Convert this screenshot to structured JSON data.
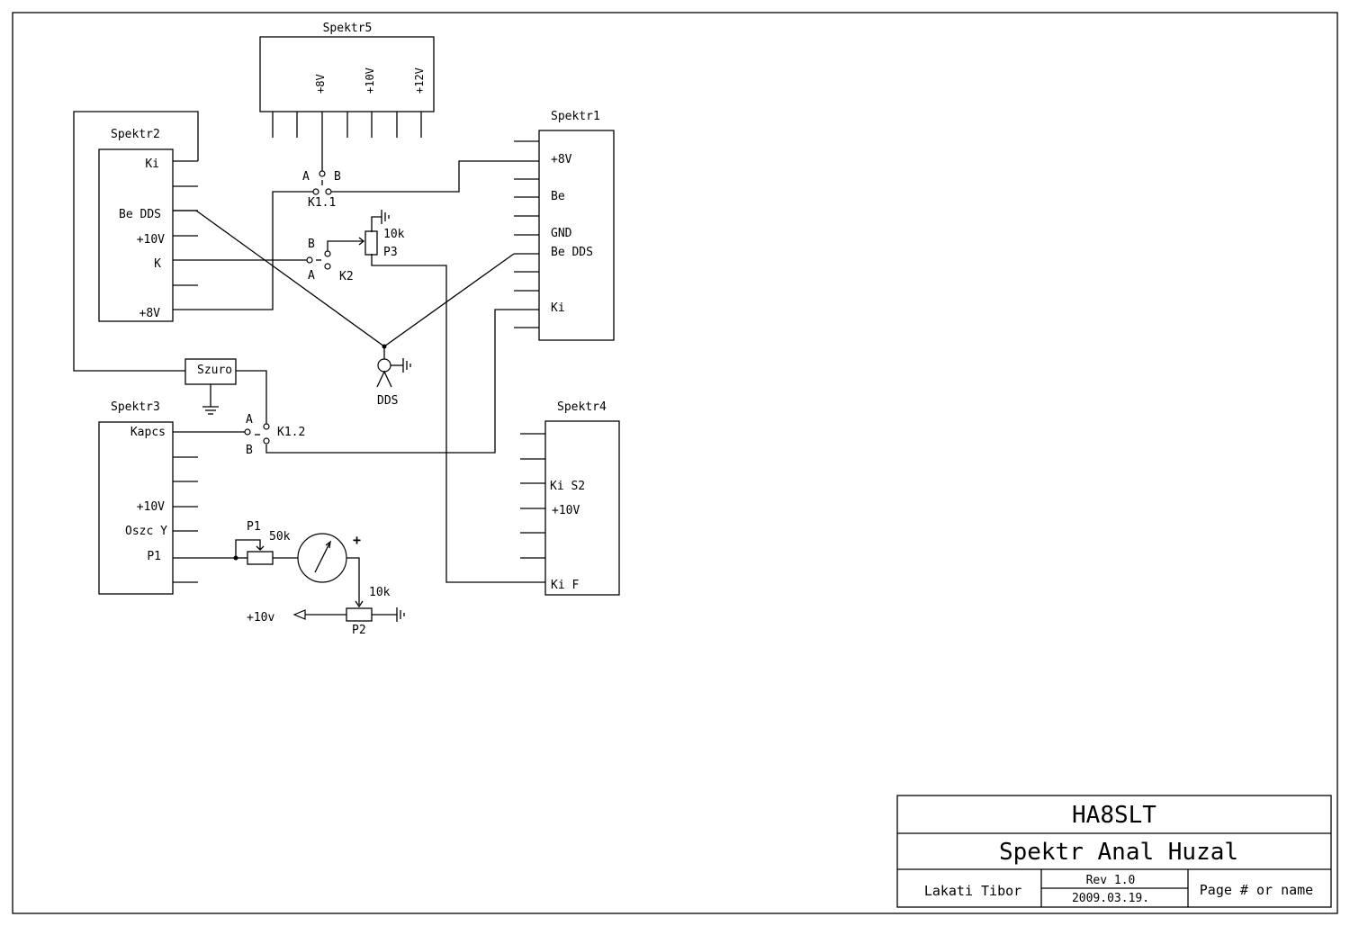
{
  "modules": {
    "spektr5": {
      "title": "Spektr5",
      "pins": [
        "+8V",
        "+10V",
        "+12V"
      ]
    },
    "spektr1": {
      "title": "Spektr1",
      "pins": [
        "+8V",
        "Be",
        "GND",
        "Be DDS",
        "Ki"
      ]
    },
    "spektr2": {
      "title": "Spektr2",
      "pins": [
        "Ki",
        "Be DDS",
        "+10V",
        "K",
        "+8V"
      ]
    },
    "spektr3": {
      "title": "Spektr3",
      "pins": [
        "Kapcs",
        "+10V",
        "Oszc Y",
        "P1"
      ]
    },
    "spektr4": {
      "title": "Spektr4",
      "pins": [
        "Ki S2",
        "+10V",
        "Ki F"
      ]
    }
  },
  "switches": {
    "k11": {
      "name": "K1.1",
      "a": "A",
      "b": "B"
    },
    "k2": {
      "name": "K2",
      "a": "A",
      "b": "B"
    },
    "k12": {
      "name": "K1.2",
      "a": "A",
      "b": "B"
    }
  },
  "components": {
    "p3": {
      "name": "P3",
      "value": "10k"
    },
    "p1": {
      "name": "P1",
      "value": "50k"
    },
    "p2": {
      "name": "P2",
      "value": "10k"
    },
    "filter": {
      "name": "Szuro"
    },
    "dds": {
      "name": "DDS"
    },
    "meter_plus": "+",
    "supply": "+10v"
  },
  "title_block": {
    "company": "HA8SLT",
    "title": "Spektr Anal Huzal",
    "author": "Lakati Tibor",
    "revision": "Rev 1.0",
    "date": "2009.03.19.",
    "page": "Page # or name"
  }
}
